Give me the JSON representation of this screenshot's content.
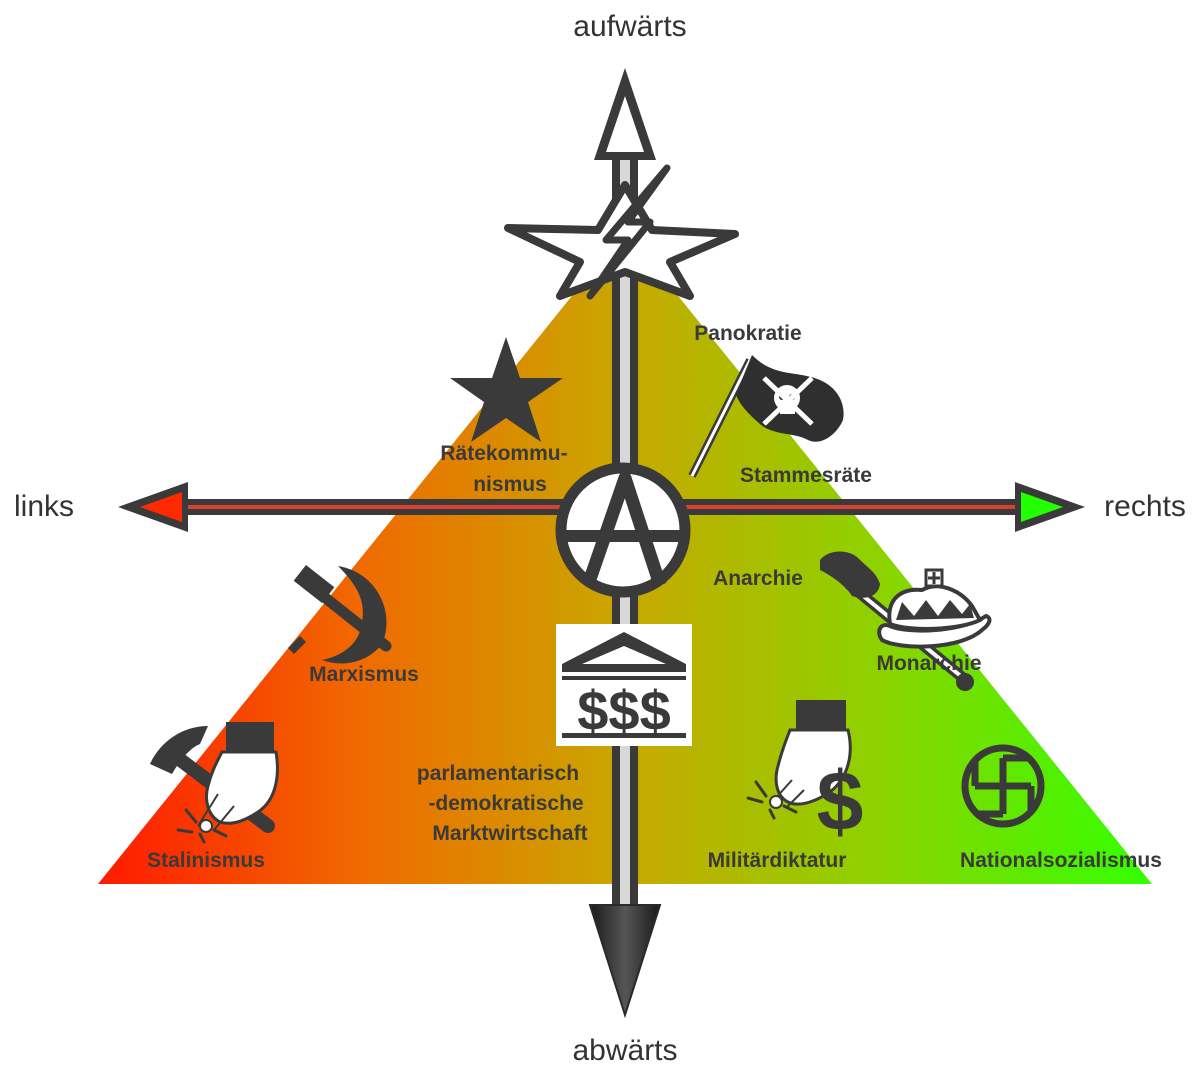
{
  "axes": {
    "up": "aufwärts",
    "down": "abwärts",
    "left": "links",
    "right": "rechts"
  },
  "regions": {
    "panokratie": "Panokratie",
    "stammesraete": "Stammesräte",
    "raetekommunismus_line1": "Rätekommu-",
    "raetekommunismus_line2": "nismus",
    "anarchie": "Anarchie",
    "monarchie": "Monarchie",
    "marxismus": "Marxismus",
    "parlamentarisch_line1": "parlamentarisch",
    "parlamentarisch_line2": "-demokratische",
    "parlamentarisch_line3": "Marktwirtschaft",
    "stalinismus": "Stalinismus",
    "militaerdiktatur": "Militärdiktatur",
    "nationalsozialismus": "Nationalsozialismus"
  },
  "symbols": {
    "money_symbols": "$$$",
    "dollar": "$"
  },
  "colors": {
    "left_red": "#ff1a00",
    "middle_olive": "#c8a800",
    "right_green": "#33ff00",
    "arrow_dark": "#3a3a3a"
  },
  "icons": [
    "star-lightning-icon",
    "star-icon",
    "pirate-flag-icon",
    "anarchy-icon",
    "hammer-sickle-icon",
    "bank-icon",
    "scepter-icon",
    "crown-icon",
    "hammer-icon",
    "hand-puppet-icon",
    "dollar-icon",
    "swastika-icon"
  ]
}
